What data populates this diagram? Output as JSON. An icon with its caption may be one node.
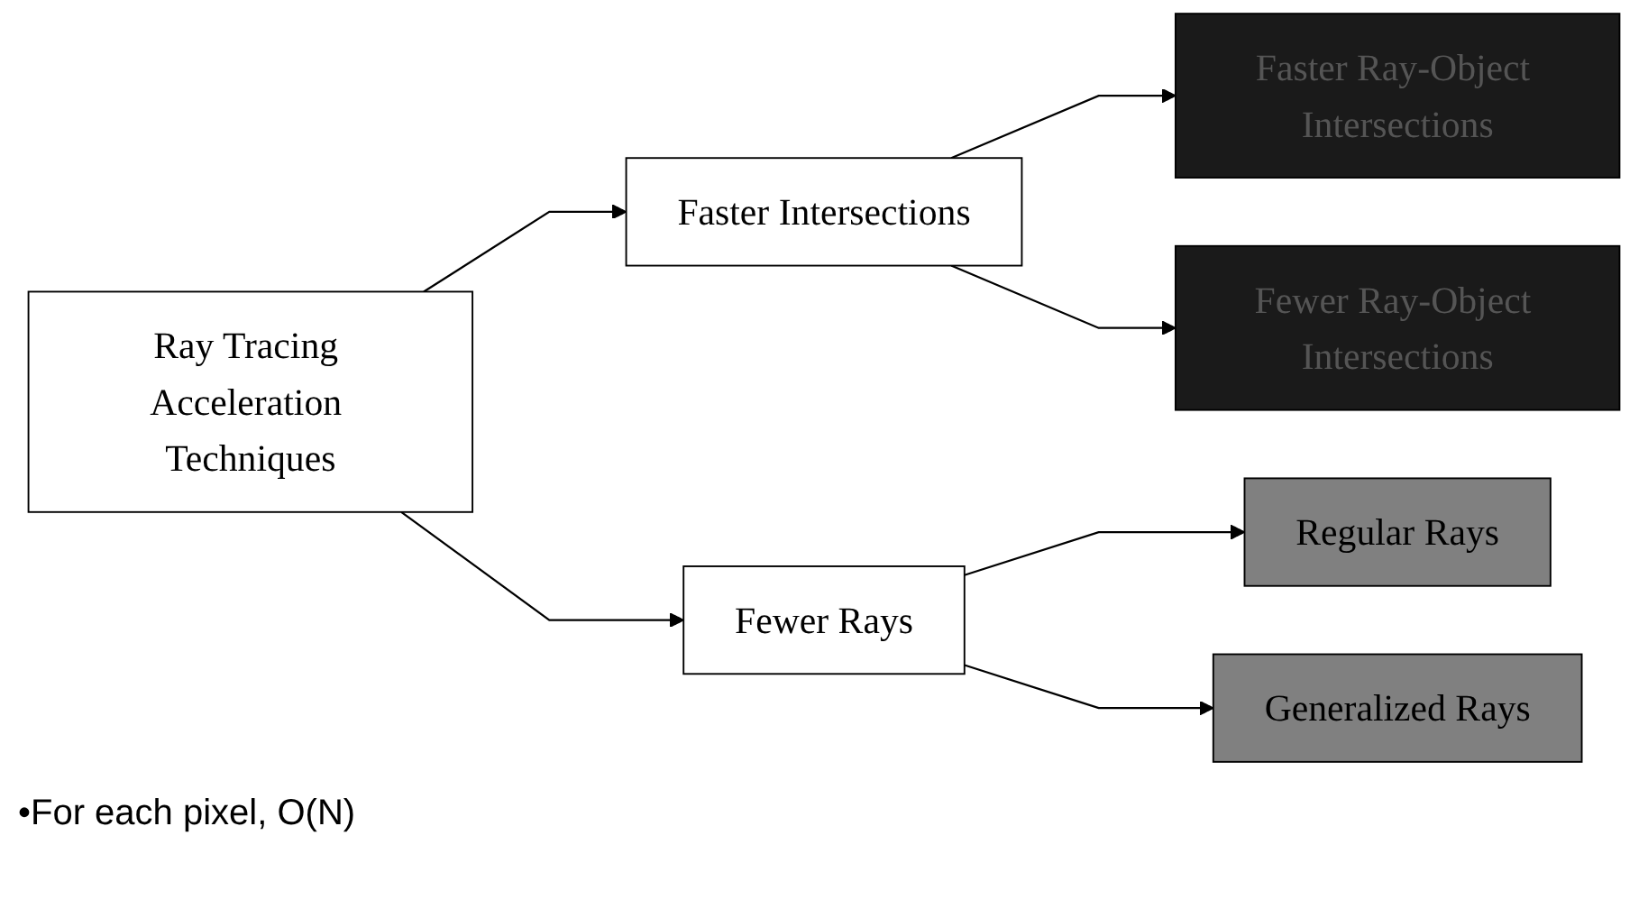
{
  "diagram": {
    "nodes": [
      {
        "text": [
          "Ray Tracing Acceleration Techniques"
        ]
      },
      {
        "text": [
          "Faster Intersections"
        ]
      },
      {
        "text": [
          "Fewer Rays"
        ]
      },
      {
        "text": [
          "Faster Ray-Object Intersections"
        ]
      },
      {
        "text": [
          "Fewer Ray-Object Intersections"
        ]
      },
      {
        "text": [
          "Regular Rays"
        ]
      },
      {
        "text": [
          "Generalized Rays"
        ]
      }
    ],
    "edges": [
      {
        "from": 0,
        "to": 1,
        "arrow": "to"
      },
      {
        "from": 0,
        "to": 2,
        "arrow": "to"
      },
      {
        "from": 1,
        "to": 3,
        "arrow": "to"
      },
      {
        "from": 1,
        "to": 4,
        "arrow": "to"
      },
      {
        "from": 2,
        "to": 5,
        "arrow": "to"
      },
      {
        "from": 2,
        "to": 6,
        "arrow": "to"
      }
    ],
    "labels": [
      "•For each pixel, O(N)"
    ]
  }
}
